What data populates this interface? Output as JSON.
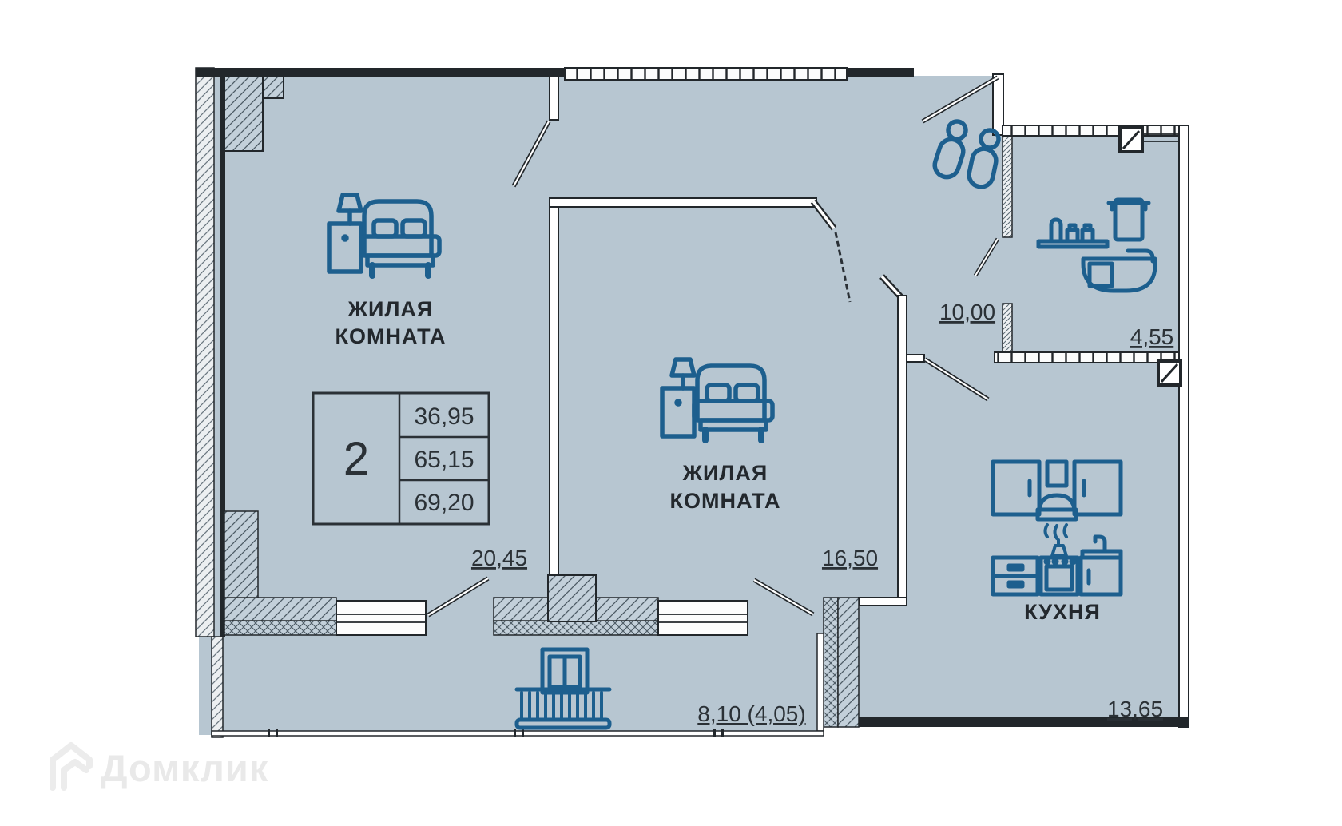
{
  "floor_plan": {
    "info_table": {
      "rooms_count": "2",
      "living_area": "36,95",
      "floor_area": "65,15",
      "total_area": "69,20"
    },
    "rooms": {
      "living_room_1": {
        "label_line1": "ЖИЛАЯ",
        "label_line2": "КОМНАТА",
        "area": "20,45"
      },
      "living_room_2": {
        "label_line1": "ЖИЛАЯ",
        "label_line2": "КОМНАТА",
        "area": "16,50"
      },
      "hallway": {
        "area": "10,00"
      },
      "bathroom": {
        "area": "4,55"
      },
      "kitchen": {
        "label": "КУХНЯ",
        "area": "13,65"
      },
      "balcony": {
        "area": "8,10 (4,05)"
      }
    },
    "icons": [
      "double-bed-icon",
      "slippers-icon",
      "bathtub-icon",
      "kitchen-set-icon",
      "balcony-railing-icon",
      "window-icon"
    ],
    "colors": {
      "floor": "#b7c6d1",
      "walls": "#22272b",
      "furniture": "#1d5f8e"
    },
    "watermark": {
      "text": "Домклик"
    }
  }
}
